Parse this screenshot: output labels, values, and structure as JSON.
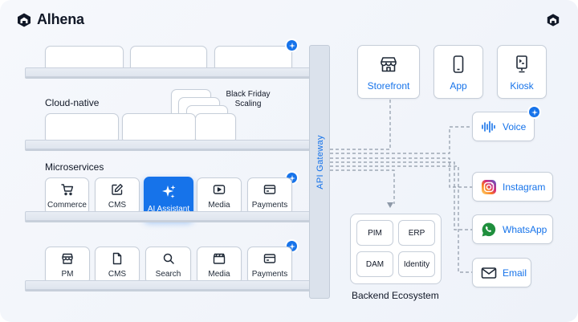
{
  "brand": {
    "name": "Alhena"
  },
  "shelves": {
    "cloud_native": "Cloud-native",
    "microservices": "Microservices",
    "black_friday": [
      "Black Friday",
      "Scaling"
    ]
  },
  "microservices_row": [
    {
      "label": "Commerce",
      "icon": "cart-icon"
    },
    {
      "label": "CMS",
      "icon": "edit-icon"
    },
    {
      "label": "AI Assistant",
      "icon": "sparkle-icon",
      "active": true
    },
    {
      "label": "Media",
      "icon": "play-icon"
    },
    {
      "label": "Payments",
      "icon": "card-icon"
    }
  ],
  "bottom_row": [
    {
      "label": "PM",
      "icon": "store-icon"
    },
    {
      "label": "CMS",
      "icon": "file-icon"
    },
    {
      "label": "Search",
      "icon": "search-icon"
    },
    {
      "label": "Media",
      "icon": "clapper-icon"
    },
    {
      "label": "Payments",
      "icon": "card-icon"
    }
  ],
  "gateway": {
    "label": "API Gateway"
  },
  "channels_top": [
    {
      "label": "Storefront",
      "icon": "storefront-icon"
    },
    {
      "label": "App",
      "icon": "phone-icon"
    },
    {
      "label": "Kiosk",
      "icon": "kiosk-icon"
    }
  ],
  "channels_side": [
    {
      "label": "Voice",
      "icon": "waveform-icon"
    },
    {
      "label": "Instagram",
      "icon": "instagram-icon"
    },
    {
      "label": "WhatsApp",
      "icon": "whatsapp-icon"
    },
    {
      "label": "Email",
      "icon": "mail-icon"
    }
  ],
  "backend": {
    "title": "Backend Ecosystem",
    "items": [
      "PIM",
      "ERP",
      "DAM",
      "Identity"
    ]
  },
  "colors": {
    "accent": "#1673ea",
    "shelf": "#dfe5ee",
    "border": "#c6ced9"
  }
}
